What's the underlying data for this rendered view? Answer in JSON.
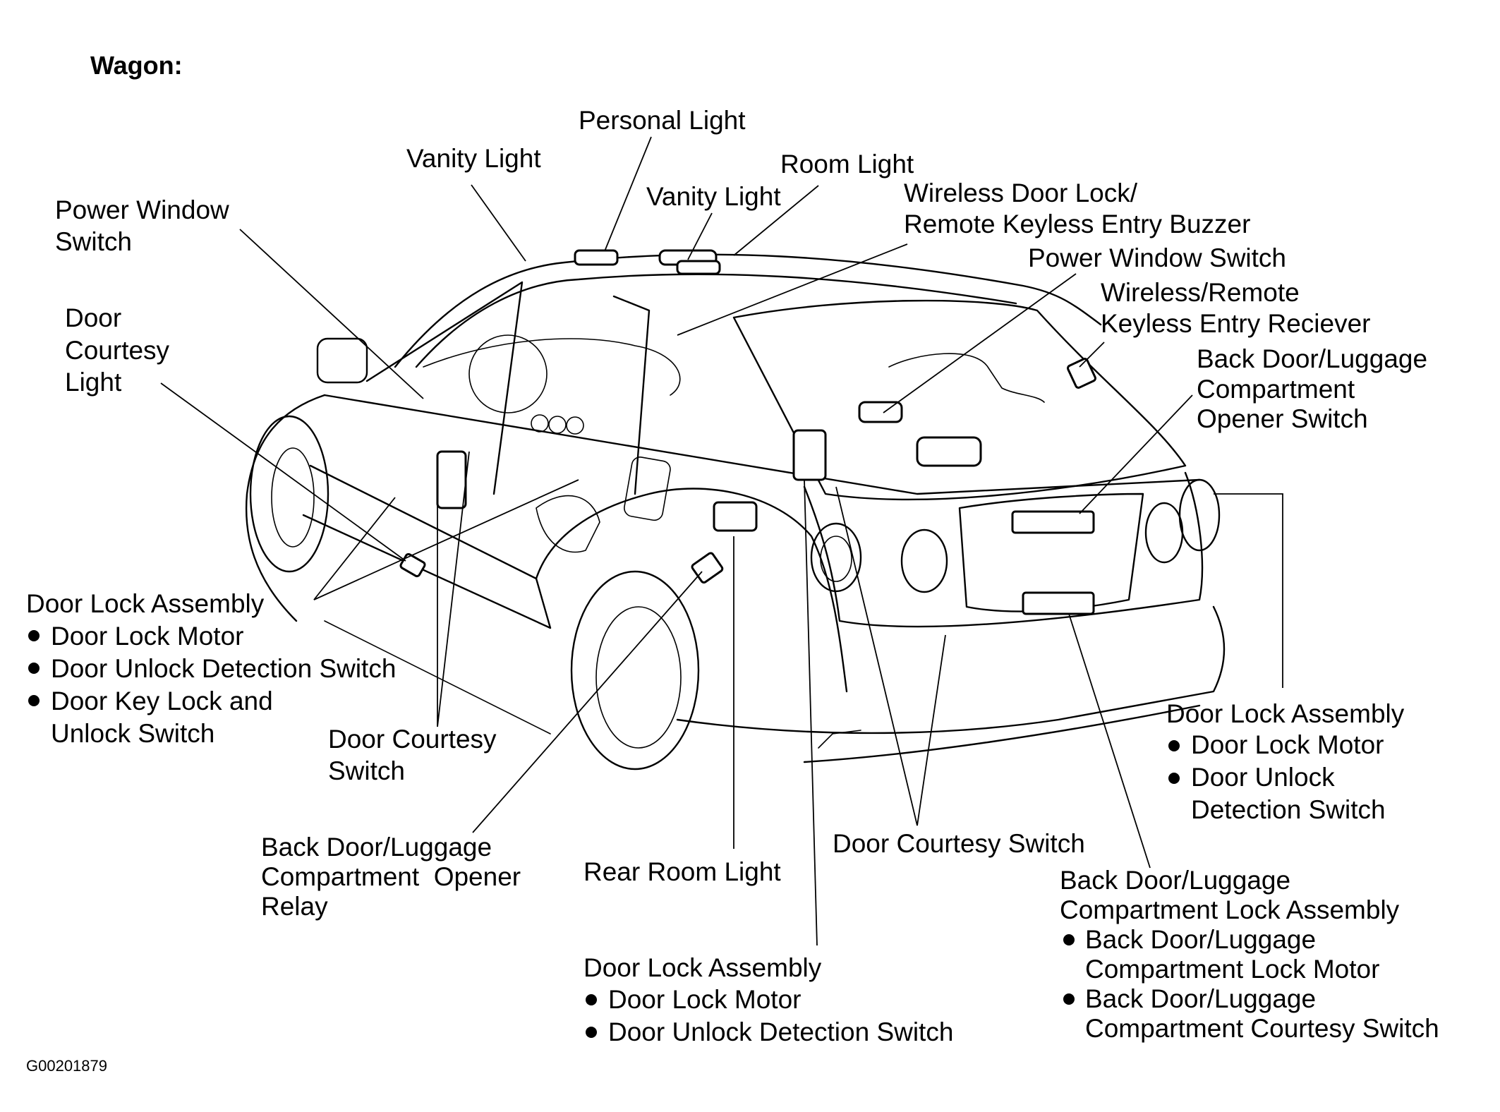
{
  "title": "Wagon:",
  "figure_id": "G00201879",
  "labels": {
    "personal_light": [
      "Personal Light"
    ],
    "vanity_light_front": [
      "Vanity Light"
    ],
    "vanity_light_rear": [
      "Vanity Light"
    ],
    "room_light": [
      "Room Light"
    ],
    "wireless_buzzer": [
      "Wireless Door Lock/",
      "Remote Keyless Entry Buzzer"
    ],
    "power_window_switch_right": [
      "Power Window Switch"
    ],
    "wireless_receiver": [
      "Wireless/Remote",
      "Keyless Entry Reciever"
    ],
    "back_door_opener_switch": [
      "Back Door/Luggage",
      "Compartment",
      "Opener Switch"
    ],
    "power_window_switch_left": [
      "Power Window",
      "Switch"
    ],
    "door_courtesy_light": [
      "Door",
      "Courtesy",
      "Light"
    ],
    "door_courtesy_switch_left": [
      "Door Courtesy",
      "Switch"
    ],
    "back_door_opener_relay": [
      "Back Door/Luggage",
      "Compartment  Opener",
      "Relay"
    ],
    "rear_room_light": [
      "Rear Room Light"
    ],
    "door_courtesy_switch_right": [
      "Door Courtesy Switch"
    ]
  },
  "assemblies": {
    "front_door_lock": {
      "heading": "Door Lock Assembly",
      "items": [
        [
          "Door Lock Motor"
        ],
        [
          "Door Unlock Detection Switch"
        ],
        [
          "Door Key Lock and",
          "Unlock Switch"
        ]
      ]
    },
    "rear_door_lock_right": {
      "heading": "Door Lock Assembly",
      "items": [
        [
          "Door Lock Motor"
        ],
        [
          "Door Unlock",
          "Detection Switch"
        ]
      ]
    },
    "rear_door_lock_bottom": {
      "heading": "Door Lock Assembly",
      "items": [
        [
          "Door Lock Motor"
        ],
        [
          "Door Unlock Detection Switch"
        ]
      ]
    },
    "back_door_lock": {
      "heading": [
        "Back Door/Luggage",
        "Compartment Lock Assembly"
      ],
      "items": [
        [
          "Back Door/Luggage",
          "Compartment Lock Motor"
        ],
        [
          "Back Door/Luggage",
          "Compartment Courtesy Switch"
        ]
      ]
    }
  }
}
